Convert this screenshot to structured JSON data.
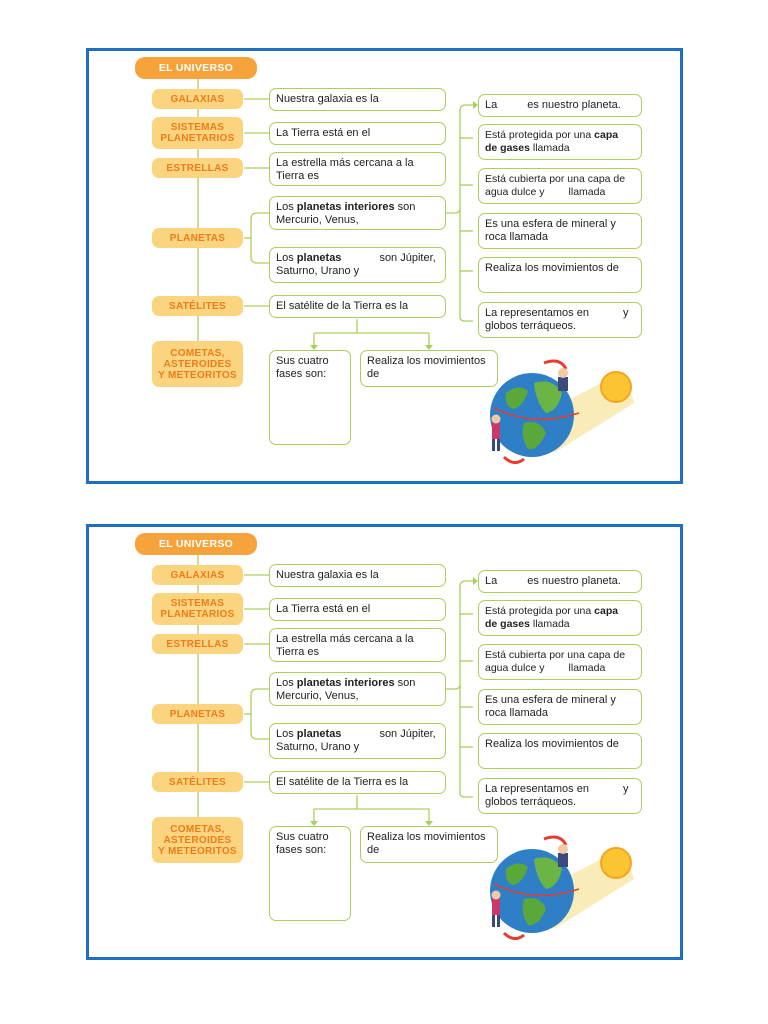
{
  "title": "EL UNIVERSO",
  "categories": {
    "galaxias": "GALAXIAS",
    "sistemas": "SISTEMAS\nPLANETARIOS",
    "estrellas": "ESTRELLAS",
    "planetas": "PLANETAS",
    "satelites": "SATÉLITES",
    "cometas": "COMETAS,\nASTEROIDES\nY METEORITOS"
  },
  "left_boxes": {
    "galaxia": "Nuestra galaxia es la",
    "tierra_en": "La Tierra está en el",
    "estrella_line1": "La estrella más cercana a la",
    "estrella_line2": "Tierra es",
    "interiores_pre": "Los ",
    "interiores_bold": "planetas interiores",
    "interiores_post": " son",
    "interiores_line2": "Mercurio, Venus,",
    "exteriores_pre": "Los ",
    "exteriores_bold": "planetas",
    "exteriores_post": "son Júpiter,",
    "exteriores_line2": "Saturno, Urano y",
    "satelite": "El satélite de la Tierra es  la",
    "fases": "Sus cuatro\nfases son:",
    "movimientos_luna": "Realiza los movimientos\nde"
  },
  "right_boxes": {
    "la": "La",
    "nuestro_planeta": "es nuestro planeta.",
    "protegida_pre": "Está protegida por una ",
    "protegida_bold1": "capa",
    "protegida_bold2": "de gases",
    "protegida_post": " llamada",
    "cubierta_line1": "Está cubierta por una capa de",
    "cubierta_line2a": "agua dulce y",
    "cubierta_line2b": "llamada",
    "esfera": "Es una esfera de mineral y\nroca llamada",
    "movimientos": "Realiza los movimientos de",
    "representamos_a": "La representamos en",
    "representamos_b": "y",
    "representamos_line2": "globos terráqueos."
  },
  "colors": {
    "border": "#1e6fc4",
    "title_bg": "#f7a33b",
    "tag_bg": "#fbd47f",
    "tag_text": "#ef7c1b",
    "line": "#a9cf5c"
  },
  "icons": [
    "earth-globe-icon",
    "sun-icon",
    "child-figure-icon",
    "rotation-arrow-icon"
  ]
}
